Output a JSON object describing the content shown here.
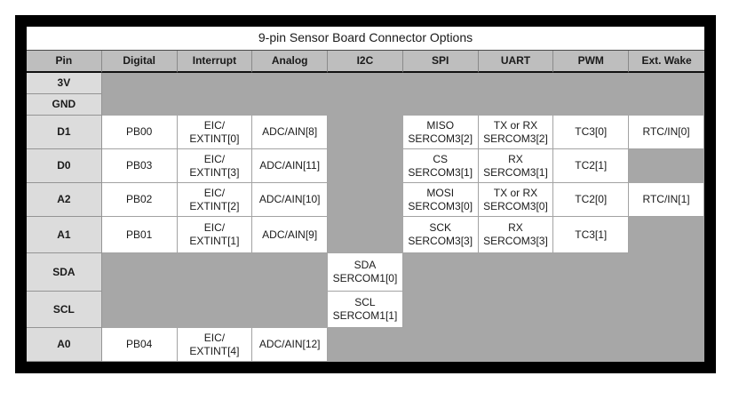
{
  "table": {
    "title": "9-pin Sensor Board Connector Options",
    "columns": [
      "Pin",
      "Digital",
      "Interrupt",
      "Analog",
      "I2C",
      "SPI",
      "UART",
      "PWM",
      "Ext. Wake"
    ],
    "rows": [
      {
        "pin": "3V",
        "cells": [
          "",
          "",
          "",
          "",
          "",
          "",
          "",
          ""
        ]
      },
      {
        "pin": "GND",
        "cells": [
          "",
          "",
          "",
          "",
          "",
          "",
          "",
          ""
        ]
      },
      {
        "pin": "D1",
        "cells": [
          "PB00",
          "EIC/\nEXTINT[0]",
          "ADC/AIN[8]",
          "",
          "MISO\nSERCOM3[2]",
          "TX or RX\nSERCOM3[2]",
          "TC3[0]",
          "RTC/IN[0]"
        ]
      },
      {
        "pin": "D0",
        "cells": [
          "PB03",
          "EIC/\nEXTINT[3]",
          "ADC/AIN[11]",
          "",
          "CS\nSERCOM3[1]",
          "RX\nSERCOM3[1]",
          "TC2[1]",
          ""
        ]
      },
      {
        "pin": "A2",
        "cells": [
          "PB02",
          "EIC/\nEXTINT[2]",
          "ADC/AIN[10]",
          "",
          "MOSI\nSERCOM3[0]",
          "TX or RX\nSERCOM3[0]",
          "TC2[0]",
          "RTC/IN[1]"
        ]
      },
      {
        "pin": "A1",
        "cells": [
          "PB01",
          "EIC/\nEXTINT[1]",
          "ADC/AIN[9]",
          "",
          "SCK\nSERCOM3[3]",
          "RX\nSERCOM3[3]",
          "TC3[1]",
          ""
        ]
      },
      {
        "pin": "SDA",
        "cells": [
          "",
          "",
          "",
          "SDA\nSERCOM1[0]",
          "",
          "",
          "",
          ""
        ]
      },
      {
        "pin": "SCL",
        "cells": [
          "",
          "",
          "",
          "SCL\nSERCOM1[1]",
          "",
          "",
          "",
          ""
        ]
      },
      {
        "pin": "A0",
        "cells": [
          "PB04",
          "EIC/\nEXTINT[4]",
          "ADC/AIN[12]",
          "",
          "",
          "",
          "",
          ""
        ]
      }
    ]
  },
  "colors": {
    "frame": "#000000",
    "header_bg": "#bebebe",
    "pin_bg": "#dcdcdc",
    "filler_bg": "#a7a7a7",
    "cell_bg": "#ffffff"
  }
}
